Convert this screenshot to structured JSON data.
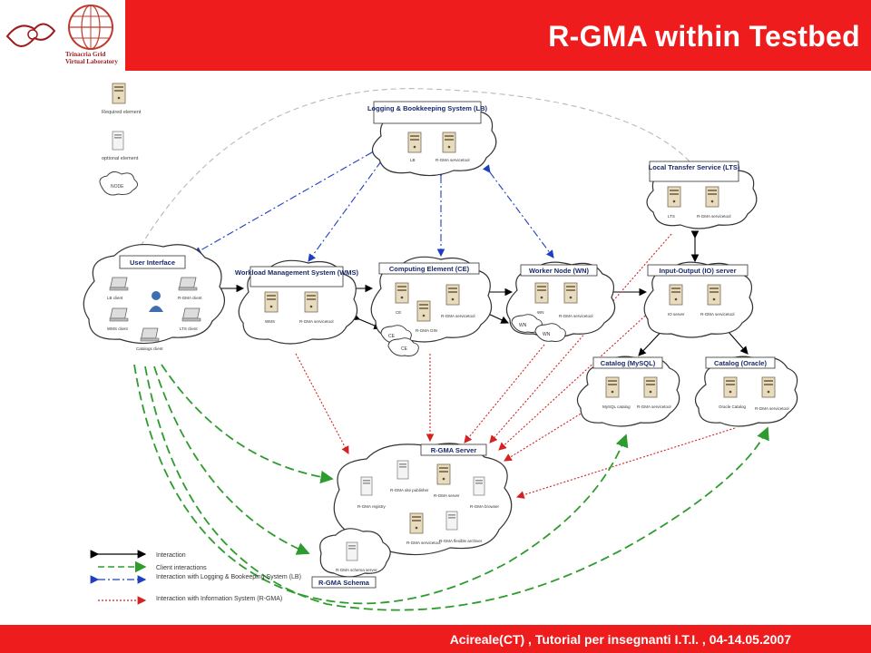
{
  "title": "R-GMA within Testbed",
  "logo": {
    "line1": "Trinacria Grid",
    "line2": "Virtual Laboratory"
  },
  "footer": "Acireale(CT) , Tutorial per insegnanti I.T.I.  , 04-14.05.2007",
  "key": {
    "required": "Required element",
    "optional": "optional element",
    "node": "NODE"
  },
  "nodes": {
    "lb": {
      "title": "Logging & Bookkeeping System (LB)",
      "labels": [
        "LB",
        "R-GMA servicetool"
      ]
    },
    "lts": {
      "title": "Local Transfer Service (LTS)",
      "labels": [
        "LTS",
        "R-GMA servicetool"
      ]
    },
    "ui": {
      "title": "User Interface",
      "labels": [
        "LB client",
        "R-GMA client",
        "WMS client",
        "LTS client",
        "Catalogs client"
      ]
    },
    "wms": {
      "title": "Workload Management System (WMS)",
      "labels": [
        "WMS",
        "R-GMA servicetool"
      ]
    },
    "ce": {
      "title": "Computing Element (CE)",
      "labels": [
        "CE",
        "R-GMA GIN",
        "R-GMA servicetool"
      ],
      "subnodes": [
        "CE",
        "CE"
      ]
    },
    "wn": {
      "title": "Worker Node (WN)",
      "labels": [
        "WN",
        "R-GMA servicetool"
      ],
      "subnodes": [
        "WN",
        "WN"
      ]
    },
    "io": {
      "title": "Input-Output (IO) server",
      "labels": [
        "IO server",
        "R-GMA servicetool"
      ]
    },
    "mysql": {
      "title": "Catalog (MySQL)",
      "labels": [
        "MySQL catalog",
        "R-GMA servicetool"
      ]
    },
    "oracle": {
      "title": "Catalog (Oracle)",
      "labels": [
        "Oracle Catalog",
        "R-GMA servicetool"
      ]
    },
    "server": {
      "title": "R-GMA Server",
      "labels": [
        "R-GMA registry",
        "R-GMA site publisher",
        "R-GMA server",
        "R-GMA browser",
        "R-GMA servicetool",
        "R-GMA flexible archiver"
      ]
    },
    "schema": {
      "title": "R-GMA Schema",
      "labels": [
        "R-GMA schema server"
      ]
    }
  },
  "legend": [
    {
      "label": "Interaction",
      "color": "#000000",
      "style": "solid"
    },
    {
      "label": "Client interactions",
      "color": "#2e9b2e",
      "style": "dashed"
    },
    {
      "label": "Interaction with Logging & Bookeeping System (LB)",
      "color": "#1f3fbf",
      "style": "dashdot"
    },
    {
      "label": "Interaction with Information System (R-GMA)",
      "color": "#d22222",
      "style": "dotted"
    }
  ],
  "colors": {
    "header": "#ee1c1c",
    "black": "#000000",
    "green": "#2e9b2e",
    "blue": "#1f3fbf",
    "red": "#d22222",
    "grey": "#b8b8b8"
  }
}
